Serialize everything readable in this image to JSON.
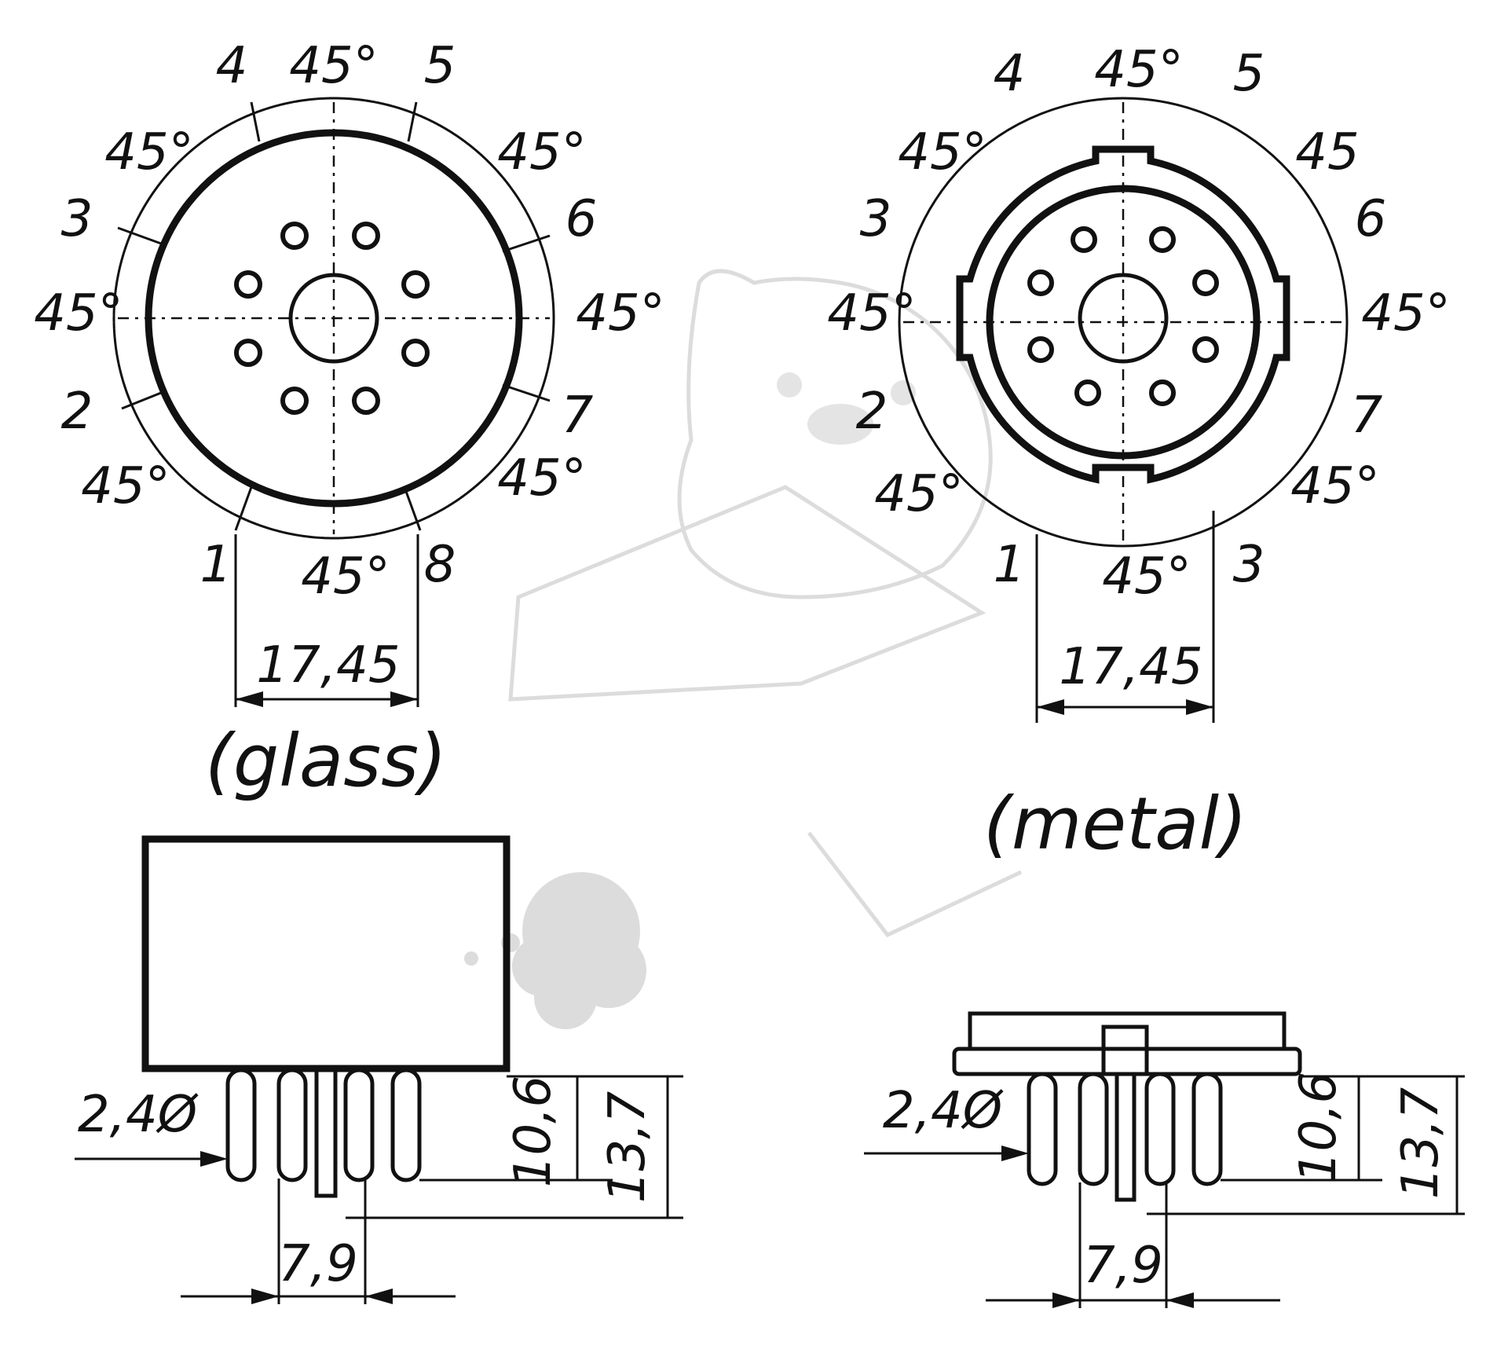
{
  "glass_view": {
    "pin_numbers": [
      "4",
      "5",
      "6",
      "7",
      "8",
      "1",
      "2",
      "3"
    ],
    "angle_labels": [
      "45°",
      "45°",
      "45°",
      "45°",
      "45°",
      "45°",
      "45°",
      "45°"
    ],
    "pitch_dim": "17,45",
    "caption": "(glass)",
    "pin_dia": "2,4Ø",
    "dim_short": "10,6",
    "dim_long": "13,7",
    "dim_key": "7,9"
  },
  "metal_view": {
    "pin_numbers": [
      "4",
      "5",
      "6",
      "7",
      "3",
      "1",
      "2",
      "3"
    ],
    "angle_labels": [
      "45°",
      "45",
      "45°",
      "45°",
      "45°",
      "45°",
      "45°",
      "45°"
    ],
    "pitch_dim": "17,45",
    "caption": "(metal)",
    "pin_dia": "2,4Ø",
    "dim_short": "10,6",
    "dim_long": "13,7",
    "dim_key": "7,9"
  },
  "colors": {
    "ink": "#111111",
    "watermark": "#d8d8d8"
  }
}
